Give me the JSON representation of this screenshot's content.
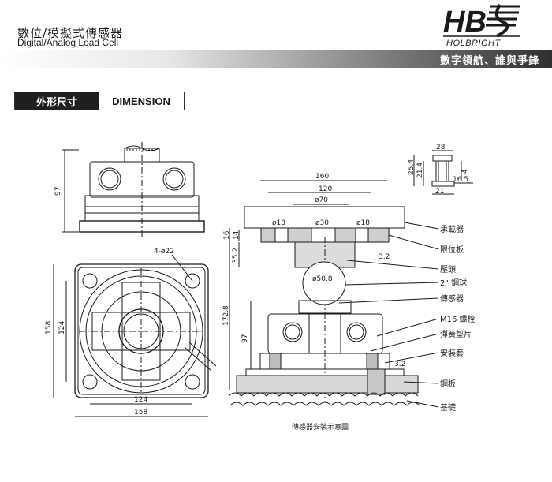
{
  "header": {
    "title_cn": "數位/模擬式傳感器",
    "title_en": "Digital/Analog  Load Cell",
    "brand_mark": "HB",
    "brand_name": "HOLBRIGHT",
    "slogan": "數字領航、誰與爭鋒"
  },
  "section_tab": {
    "label_cn": "外形尺寸",
    "label_en": "DIMENSION"
  },
  "front_view": {
    "height_dim": "97"
  },
  "top_view": {
    "hole_label": "4-ø22",
    "outer_dim_v": "158",
    "inner_dim_v": "124",
    "inner_dim_h": "124",
    "outer_dim_h": "158"
  },
  "detail": {
    "d28": "28",
    "d25_4": "25.4",
    "d21_4": "21.4",
    "d4": "4",
    "d16_5": "16.5",
    "d21": "21"
  },
  "assembly": {
    "d160": "160",
    "d120": "120",
    "d70": "ø70",
    "d30": "ø30",
    "d18_left": "ø18",
    "d18_right": "ø18",
    "d16": "16",
    "d14": "14",
    "d35_2": "35.2",
    "d3_2_a": "3.2",
    "d50_8": "ø50.8",
    "d172_8": "172.8",
    "d97": "97",
    "d3_2_b": "3.2",
    "caption": "傳感器安裝示意圖"
  },
  "callouts": [
    "承載器",
    "限位板",
    "壓頭",
    "2\" 鋼球",
    "傳感器",
    "M16 螺栓",
    "彈簧墊片",
    "安裝套",
    "鋼板",
    "基礎"
  ]
}
